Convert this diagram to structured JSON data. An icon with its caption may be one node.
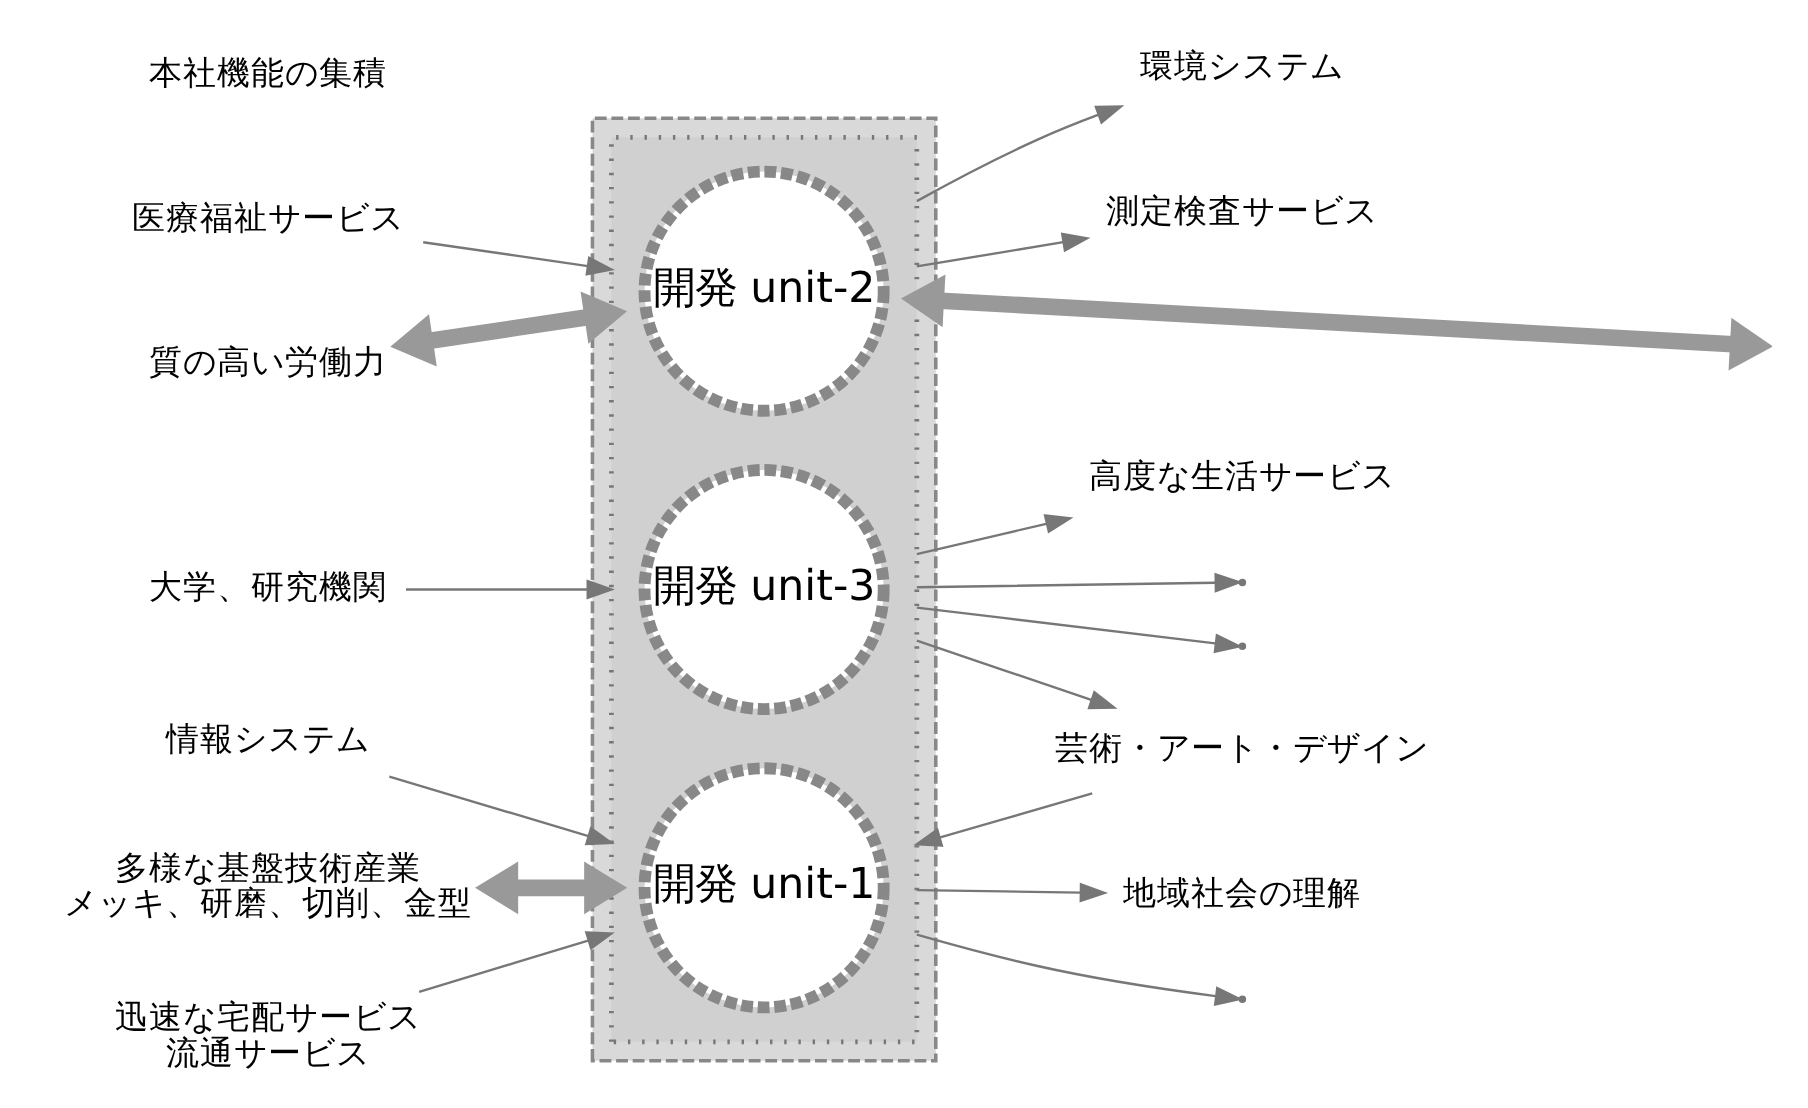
{
  "diagram": {
    "nodes": [
      {
        "text": [],
        "shape": "cloud"
      },
      {
        "text": [],
        "shape": "cloud",
        "in": 0
      },
      {
        "text": [
          "開発 unit-1"
        ],
        "in": 1
      },
      {
        "text": [
          "開発 unit-2"
        ],
        "in": 1
      },
      {
        "text": [
          "開発 unit-3"
        ],
        "in": 1
      },
      {
        "text": [
          "情報システム"
        ]
      },
      {
        "text": [
          "医療福祉サービス"
        ]
      },
      {
        "text": [
          "高度な生活サービス"
        ]
      },
      {
        "text": [
          "地域社会の理解"
        ]
      },
      {
        "text": [
          "環境システム"
        ]
      },
      {
        "text": [
          "芸術・アート・デザイン"
        ]
      },
      {
        "text": [
          "質の高い労働力"
        ]
      },
      {
        "text": [
          "大学、研究機関"
        ]
      },
      {
        "text": [
          "多様な基盤技術産業",
          "メッキ、研磨、切削、金型"
        ]
      },
      {
        "text": [
          "迅速な宅配サービス",
          "流通サービス"
        ]
      },
      {
        "text": [
          "測定検査サービス"
        ]
      }
    ],
    "edges": [
      {
        "from": 5,
        "to": 1,
        "arrow": "to"
      },
      {
        "from": 6,
        "to": 1,
        "arrow": "to"
      },
      {
        "from": 1,
        "to": 7,
        "arrow": "to"
      },
      {
        "from": 1,
        "to": 8,
        "arrow": "to"
      },
      {
        "from": 1,
        "to": 9,
        "arrow": "to"
      },
      {
        "from": 1,
        "to": 10,
        "arrow": "to"
      },
      {
        "from": 10,
        "to": 1,
        "arrow": "to"
      },
      {
        "from": 11,
        "to": 1,
        "arrow": "both",
        "style": "thick"
      },
      {
        "from": 12,
        "to": 1,
        "arrow": "to"
      },
      {
        "from": 13,
        "to": 1,
        "arrow": "both",
        "style": "thick"
      },
      {
        "from": 1,
        "to": null,
        "arrow": "both",
        "style": "thick"
      },
      {
        "from": 1,
        "to": null,
        "arrow": "to"
      },
      {
        "from": 14,
        "to": 1,
        "arrow": "to"
      },
      {
        "from": 1,
        "to": 15,
        "arrow": "to"
      },
      {
        "from": 1,
        "to": null,
        "arrow": "to"
      },
      {
        "from": 1,
        "to": null,
        "arrow": "to"
      }
    ],
    "labels": [
      "本社機能の集積"
    ]
  }
}
